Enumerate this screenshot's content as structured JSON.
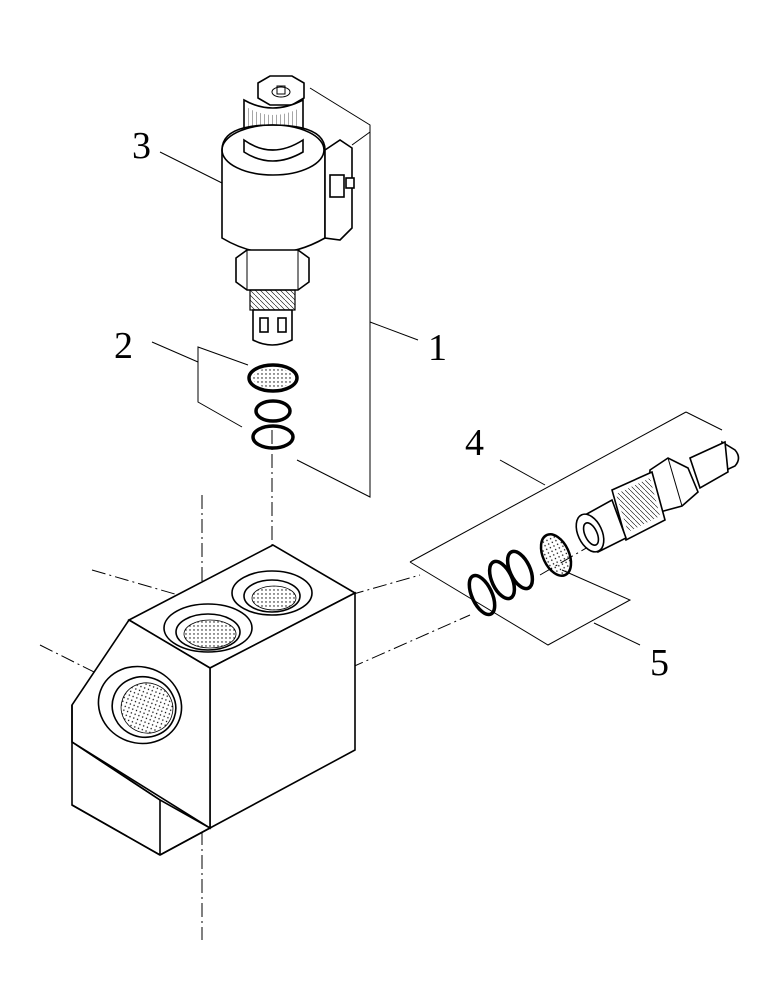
{
  "callouts": {
    "part1": "1",
    "part2": "2",
    "part3": "3",
    "part4": "4",
    "part5": "5"
  },
  "icons": {
    "solenoid": "solenoid-cartridge-valve-icon",
    "relief_valve": "relief-valve-cartridge-icon",
    "manifold": "manifold-block-icon",
    "seals": "o-ring-seal-icon"
  },
  "colors": {
    "line": "#000000",
    "background": "#ffffff"
  }
}
